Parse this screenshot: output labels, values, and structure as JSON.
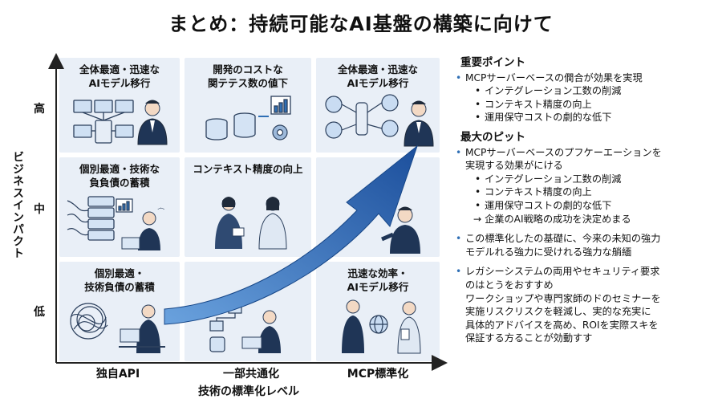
{
  "title": "まとめ：持続可能なAI基盤の構築に向けて",
  "axes": {
    "y_label": "ビジネスインパクト",
    "y_ticks": [
      "高",
      "中",
      "低"
    ],
    "x_ticks": [
      "独自API",
      "一部共通化",
      "MCP標準化"
    ],
    "x_label": "技術の標準化レベル"
  },
  "cells": {
    "top_left": "全体最適・迅速な\nAIモデル移行",
    "top_mid": "開発のコストな\n関テテス数の値下",
    "top_right": "全体最適・迅速な\nAIモデル移行",
    "mid_left": "個別最適・技術な\n負負債の蓄積",
    "mid_mid": "コンテキスト精度の向上",
    "bot_left": "個別最適・\n技術負債の蓄積",
    "bot_right": "迅速な効率・\nAIモデル移行"
  },
  "side": {
    "h1": "重要ポイント",
    "s1_bullet": "MCPサーバーベースの僩合が効果を実現",
    "s1_items": [
      "インテグレーション工数の削減",
      "コンテキスト精度の向上",
      "運用保守コストの劇的な低下"
    ],
    "h2": "最大のピット",
    "s2_bullet_l1": "MCPサーバーベースのプフケーエーションを",
    "s2_bullet_l2": "実現する効果がにける",
    "s2_items": [
      "インテグレーション工数の削減",
      "コンテキスト精度の向上",
      "運用保守コストの劇的な低下"
    ],
    "s2_arrow": "→ 企業のAI戦略の成功を決定めまる",
    "s3_l1": "この標準化したの基礎に、今来の未知の強力",
    "s3_l2": "モデルれる強力に受けれる強力な艄緬",
    "s4_l1": "レガシーシステムの両用やセキュリティ要求",
    "s4_l2": "のはとうをおすすめ",
    "s4_l3": "ワークショップや専門家師のドのセミナーを",
    "s4_l4": "実施リスクリスクを軽減し、実的な充実に",
    "s4_l5": "具体的アドバイスを高め、ROIを実際スキを",
    "s4_l6": "保証する方ることが効動すす"
  },
  "colors": {
    "cell": "#e9eff7",
    "accent": "#2f6fb5",
    "arrow_dark": "#1c4f9c",
    "arrow_light": "#6aa2de"
  }
}
